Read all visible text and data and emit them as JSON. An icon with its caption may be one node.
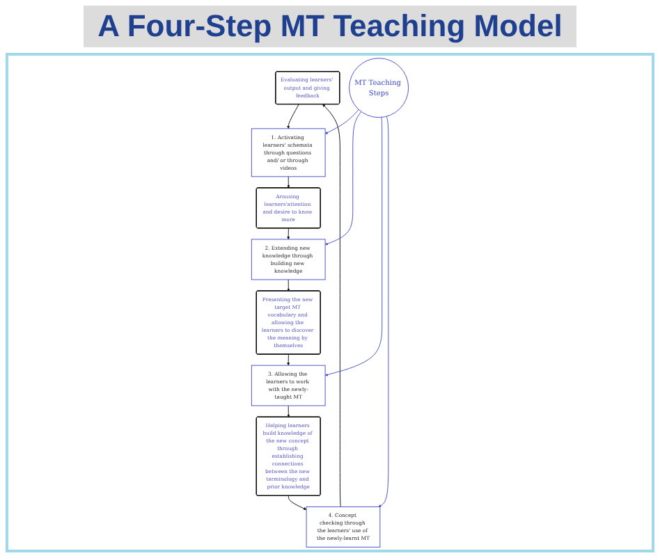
{
  "diagram": {
    "title": "A Four-Step MT Teaching Model",
    "nodes": [
      {
        "text": [
          "Evaluating learners' output and giving feedback"
        ]
      },
      {
        "text": [
          "1. Activating learners' schemata through questions and/ or through videos"
        ]
      },
      {
        "text": [
          "Arousing learners'attention and desire to know more"
        ]
      },
      {
        "text": [
          "4. Concept checking through the learners' use of the newly-learnt MT"
        ]
      },
      {
        "text": [
          "MT Teaching Steps"
        ]
      },
      {
        "text": [
          "2. Extending new knowledge through building new knowledge"
        ]
      },
      {
        "text": [
          "Helping learners build knowledge of the new concept through establishing connections between the new terminology and prior knowledge"
        ]
      },
      {
        "text": [
          "3. Allowing the learners to work with the newly-taught MT"
        ]
      },
      {
        "text": [
          "Presenting the new target MT vocabulary and allowing the learners to discover the meaning by themselves"
        ]
      }
    ],
    "edges": [
      {
        "from": 0,
        "to": 1,
        "arrow": "to"
      },
      {
        "from": 1,
        "to": 2,
        "arrow": "to"
      },
      {
        "from": 2,
        "to": 5,
        "arrow": "to"
      },
      {
        "from": 5,
        "to": 8,
        "arrow": "to"
      },
      {
        "from": 8,
        "to": 7,
        "arrow": "to"
      },
      {
        "from": 7,
        "to": 6,
        "arrow": "to"
      },
      {
        "from": 6,
        "to": 3,
        "arrow": "to"
      },
      {
        "from": 3,
        "to": 0,
        "arrow": "to"
      },
      {
        "from": 4,
        "to": 1,
        "arrow": "to",
        "color": "#3f48cc"
      },
      {
        "from": 4,
        "to": 5,
        "arrow": "to",
        "color": "#3f48cc"
      },
      {
        "from": 4,
        "to": 7,
        "arrow": "to",
        "color": "#3f48cc"
      },
      {
        "from": 4,
        "to": 3,
        "arrow": "to",
        "color": "#3f48cc"
      }
    ]
  }
}
